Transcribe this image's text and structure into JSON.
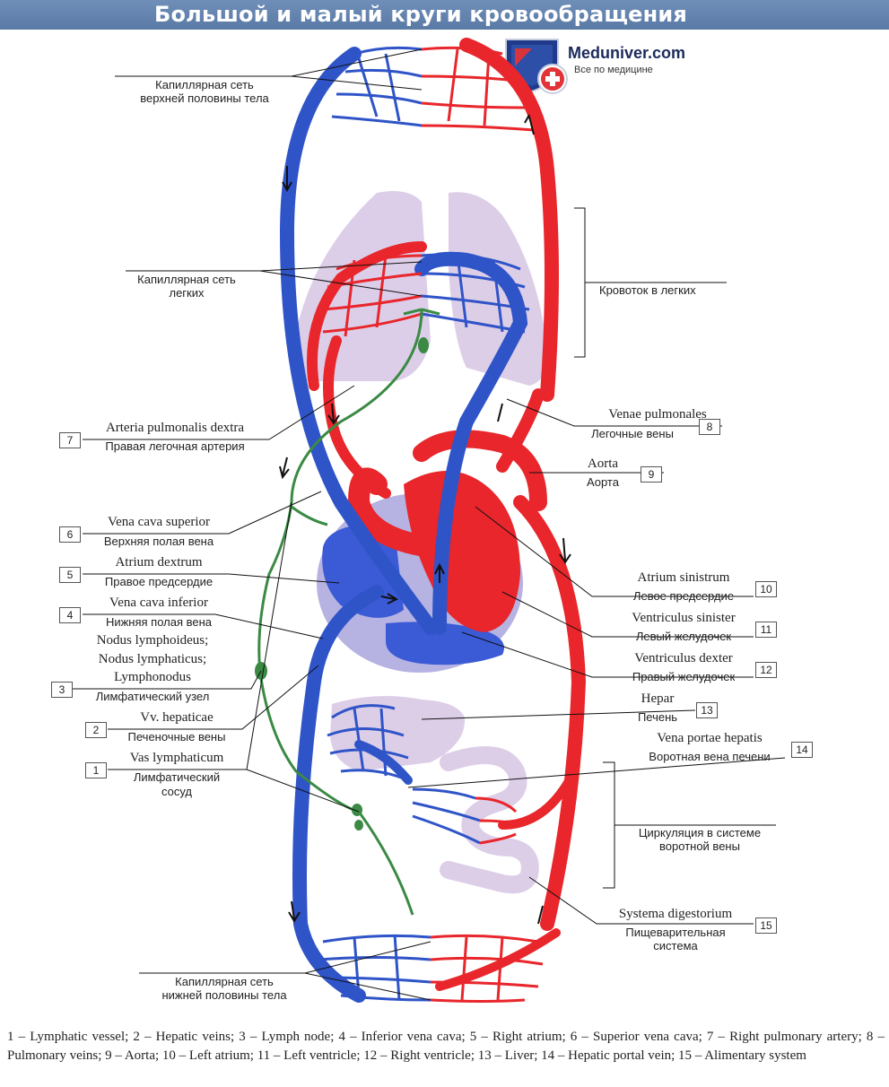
{
  "title": "Большой и малый круги кровообращения",
  "logo": {
    "name": "Meduniver.com",
    "tagline": "Все по медицине"
  },
  "labels": {
    "cap_upper_1": "Капиллярная сеть",
    "cap_upper_2": "верхней половины тела",
    "cap_lung_1": "Капиллярная сеть",
    "cap_lung_2": "легких",
    "lung_flow": "Кровоток в легких",
    "cap_lower_1": "Капиллярная сеть",
    "cap_lower_2": "нижней половины тела",
    "portal_1": "Циркуляция в системе",
    "portal_2": "воротной вены"
  },
  "left_items": [
    {
      "num": "7",
      "latin": "Arteria pulmonalis dextra",
      "russian": "Правая легочная артерия"
    },
    {
      "num": "6",
      "latin": "Vena cava superior",
      "russian": "Верхняя полая вена"
    },
    {
      "num": "5",
      "latin": "Atrium dextrum",
      "russian": "Правое предсердие"
    },
    {
      "num": "4",
      "latin": "Vena cava inferior",
      "russian": "Нижняя полая вена"
    },
    {
      "num": "3",
      "latin_1": "Nodus lymphoideus;",
      "latin_2": "Nodus lymphaticus;",
      "latin_3": "Lymphonodus",
      "russian": "Лимфатический узел"
    },
    {
      "num": "2",
      "latin": "Vv. hepaticae",
      "russian": "Печеночные вены"
    },
    {
      "num": "1",
      "latin": "Vas lymphaticum",
      "russian_1": "Лимфатический",
      "russian_2": "сосуд"
    }
  ],
  "right_items": [
    {
      "num": "8",
      "latin": "Venae pulmonales",
      "russian": "Легочные вены"
    },
    {
      "num": "9",
      "latin": "Aorta",
      "russian": "Аорта"
    },
    {
      "num": "10",
      "latin": "Atrium sinistrum",
      "russian": "Левое предсердие"
    },
    {
      "num": "11",
      "latin": "Ventriculus sinister",
      "russian": "Левый желудочек"
    },
    {
      "num": "12",
      "latin": "Ventriculus dexter",
      "russian": "Правый желудочек"
    },
    {
      "num": "13",
      "latin": "Hepar",
      "russian": "Печень"
    },
    {
      "num": "14",
      "latin": "Vena portae hepatis",
      "russian": "Воротная вена печени"
    },
    {
      "num": "15",
      "latin": "Systema digestorium",
      "russian_1": "Пищеварительная",
      "russian_2": "система"
    }
  ],
  "caption": "1 – Lymphatic vessel; 2 – Hepatic veins; 3 – Lymph node; 4 – Inferior vena cava; 5 – Right atrium; 6 – Superior vena cava; 7 – Right pulmonary artery; 8 – Pulmonary veins; 9 – Aorta; 10 – Left atrium; 11 – Left ventricle; 12 – Right ventricle; 13 – Liver; 14 – Hepatic portal vein; 15 – Alimentary system",
  "colors": {
    "artery": "#e8262b",
    "vein": "#2f54c8",
    "lymph": "#3a8a44",
    "title_bar": "#6283b0"
  }
}
